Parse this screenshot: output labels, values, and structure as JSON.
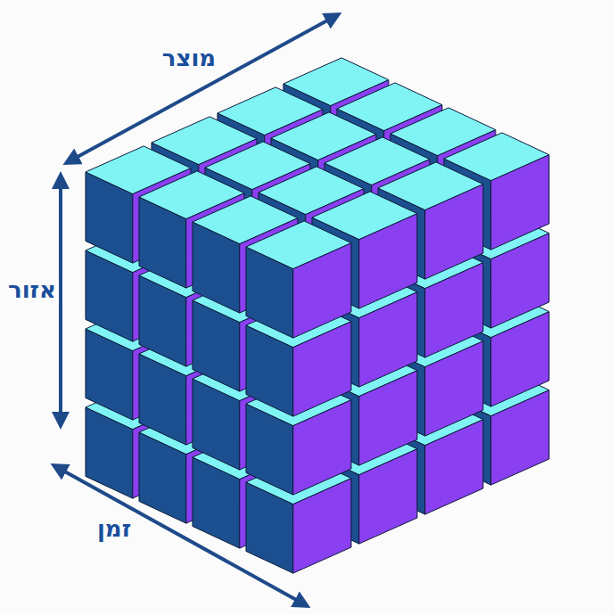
{
  "diagram": {
    "labels": [
      "מוצר",
      "אזור",
      "זמן"
    ]
  }
}
